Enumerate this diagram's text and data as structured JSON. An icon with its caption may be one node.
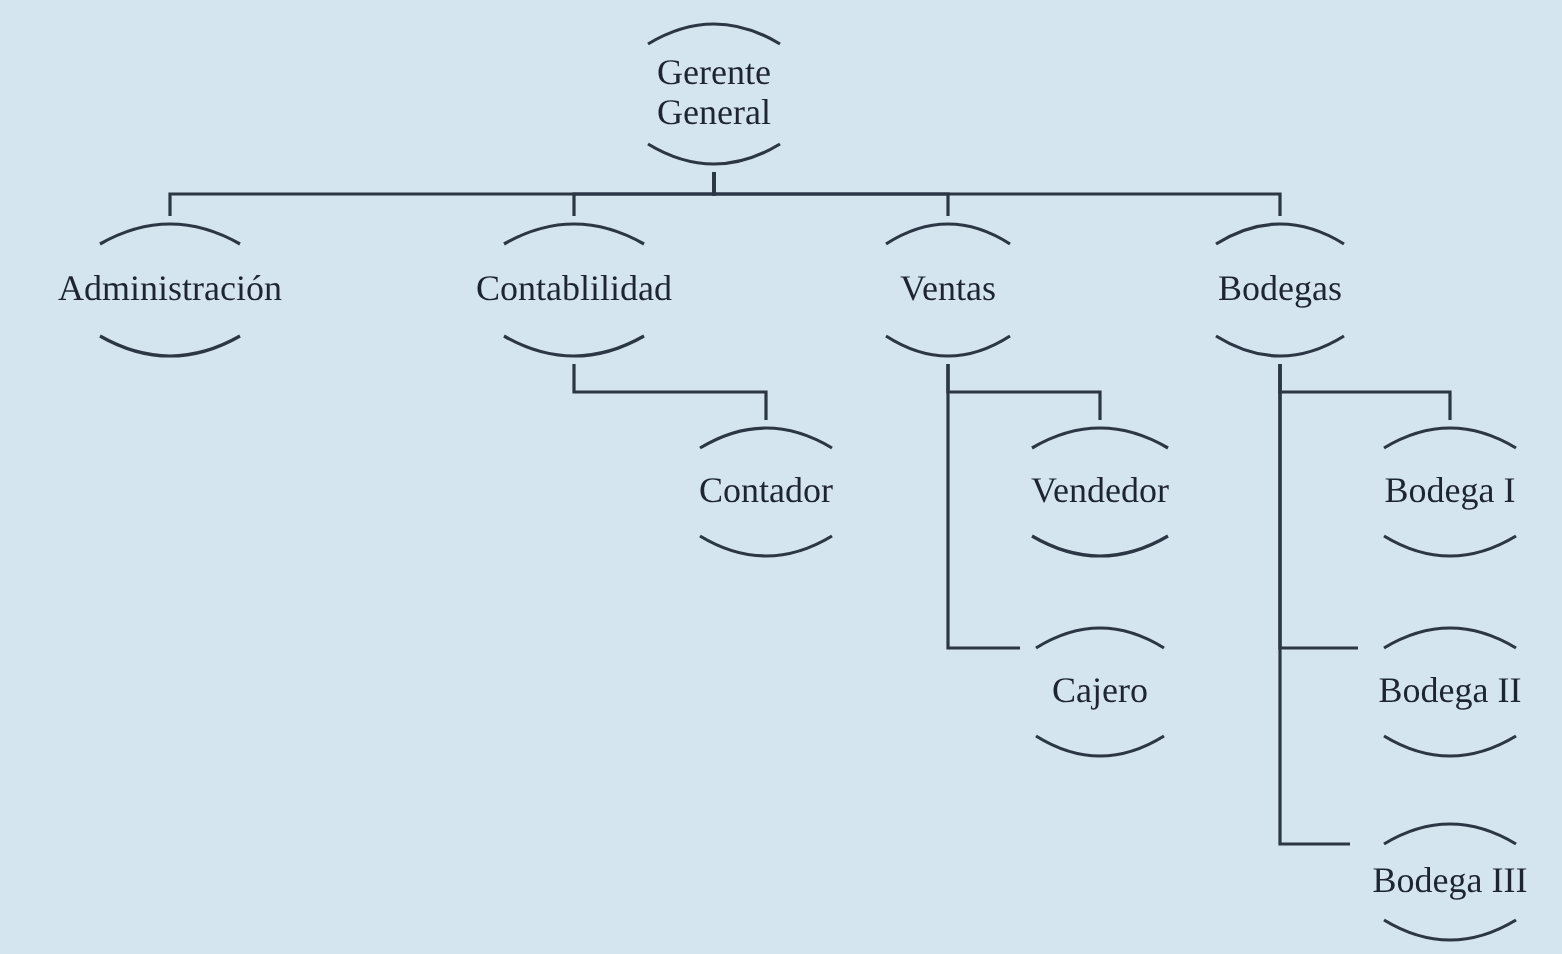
{
  "diagram": {
    "nodes": [
      {
        "text": [
          "Gerente General"
        ]
      },
      {
        "text": [
          "Administración"
        ]
      },
      {
        "text": [
          "Contablilidad"
        ]
      },
      {
        "text": [
          "Ventas"
        ]
      },
      {
        "text": [
          "Bodegas"
        ]
      },
      {
        "text": [
          "Contador"
        ]
      },
      {
        "text": [
          "Vendedor"
        ]
      },
      {
        "text": [
          "Cajero"
        ]
      },
      {
        "text": [
          "Bodega I"
        ]
      },
      {
        "text": [
          "Bodega II"
        ]
      },
      {
        "text": [
          "Bodega III"
        ]
      }
    ],
    "edges": [
      {
        "from": 0,
        "to": 1,
        "arrow": "none"
      },
      {
        "from": 0,
        "to": 2,
        "arrow": "none"
      },
      {
        "from": 0,
        "to": 3,
        "arrow": "none"
      },
      {
        "from": 0,
        "to": 4,
        "arrow": "none"
      },
      {
        "from": 2,
        "to": 5,
        "arrow": "none"
      },
      {
        "from": 3,
        "to": 6,
        "arrow": "none"
      },
      {
        "from": 3,
        "to": 7,
        "arrow": "none"
      },
      {
        "from": 4,
        "to": 8,
        "arrow": "none"
      },
      {
        "from": 4,
        "to": 9,
        "arrow": "none"
      },
      {
        "from": 4,
        "to": 10,
        "arrow": "none"
      }
    ]
  }
}
